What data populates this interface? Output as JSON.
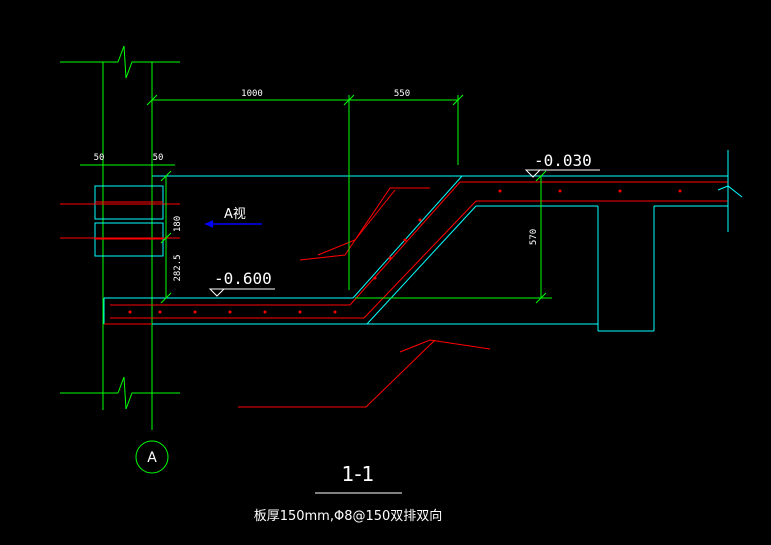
{
  "dimensions": {
    "top_left": "1000",
    "top_right": "550",
    "left_50a": "50",
    "left_50b": "50",
    "v_180": "180",
    "v_282": "282.5",
    "v_570": "570"
  },
  "levels": {
    "high": "-0.030",
    "low": "-0.600"
  },
  "view_label": "A视",
  "axis_label": "A",
  "section_title": "1-1",
  "note": "板厚150mm,Φ8@150双排双向",
  "colors": {
    "background": "#000000",
    "structure": "#00ffff",
    "rebar": "#ff0000",
    "dimension": "#00ff00",
    "annotation": "#ffffff",
    "leader": "#0000ff"
  }
}
